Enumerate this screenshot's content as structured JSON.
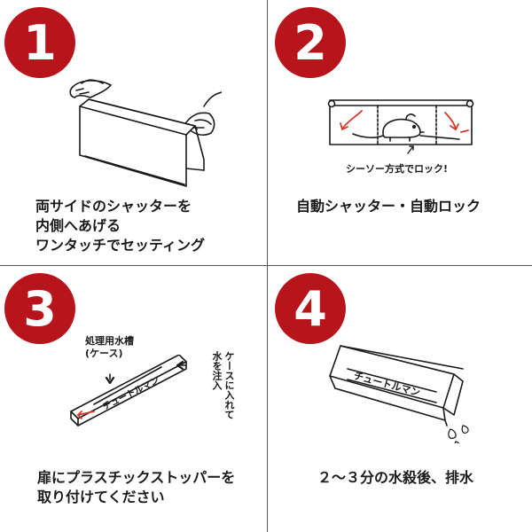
{
  "colors": {
    "badge": "#b8141b",
    "arrow": "#d23a2a",
    "ink": "#1a1a1a"
  },
  "steps": [
    {
      "number": "1",
      "lines": [
        "両サイドのシャッターを",
        "内側へあげる",
        "ワンタッチでセッティング"
      ]
    },
    {
      "number": "2",
      "lines": [
        "自動シャッター・自動ロック"
      ],
      "illustration_label": "シーソー方式でロック!"
    },
    {
      "number": "3",
      "lines": [
        "扉にプラスチックストッパーを",
        "取り付けてください"
      ],
      "label_top": "処理用水槽",
      "label_top_sub": "(ケース)",
      "label_side_1": "ケースに入れて",
      "label_side_2": "水を注入",
      "product_name": "チュートルマン"
    },
    {
      "number": "4",
      "lines": [
        "２～３分の水殺後、排水"
      ],
      "product_name": "チュートルマン"
    }
  ]
}
